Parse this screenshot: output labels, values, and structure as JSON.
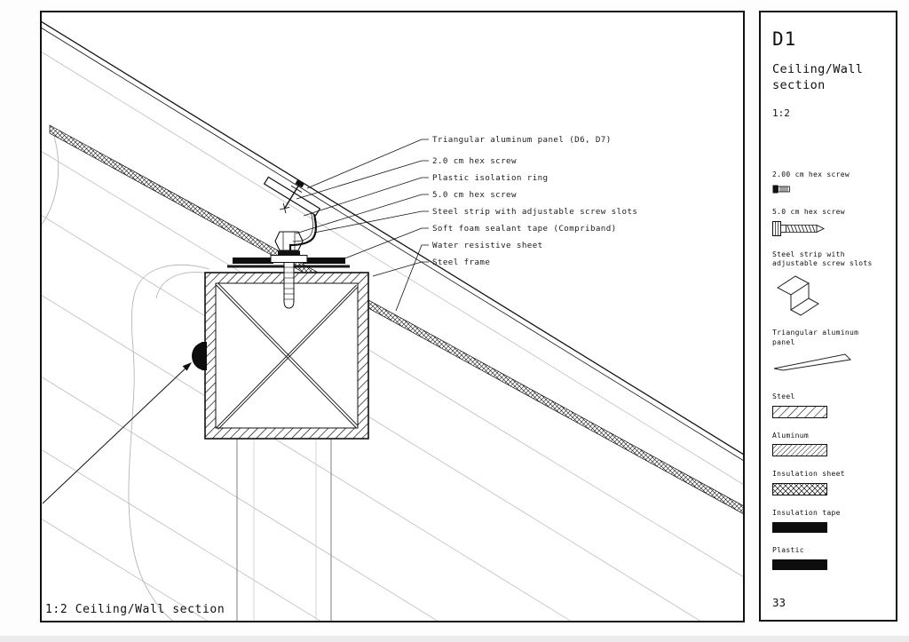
{
  "colors": {
    "ink": "#111111",
    "paper": "#ffffff"
  },
  "drawing": {
    "caption": "1:2 Ceiling/Wall section",
    "annotations": [
      "Triangular aluminum panel (D6, D7)",
      "2.0 cm hex screw",
      "Plastic isolation ring",
      "5.0 cm hex screw",
      "Steel strip with adjustable screw slots",
      "Soft foam sealant tape (Compriband)",
      "Water resistive sheet",
      "Steel frame"
    ]
  },
  "sidebar": {
    "code": "D1",
    "title": "Ceiling/Wall section",
    "scale": "1:2",
    "legend": [
      {
        "label": "2.00 cm hex screw",
        "icon": "hex-screw-small-icon"
      },
      {
        "label": "5.0 cm hex screw",
        "icon": "hex-screw-large-icon"
      },
      {
        "label": "Steel strip with adjustable screw slots",
        "icon": "steel-strip-icon"
      },
      {
        "label": "Triangular aluminum panel",
        "icon": "triangular-panel-icon"
      },
      {
        "label": "Steel",
        "icon": "steel-hatch-swatch"
      },
      {
        "label": "Aluminum",
        "icon": "aluminum-hatch-swatch"
      },
      {
        "label": "Insulation sheet",
        "icon": "insulation-crosshatch-swatch"
      },
      {
        "label": "Insulation tape",
        "icon": "solid-black-swatch"
      },
      {
        "label": "Plastic",
        "icon": "solid-black-swatch"
      }
    ],
    "page": "33"
  }
}
